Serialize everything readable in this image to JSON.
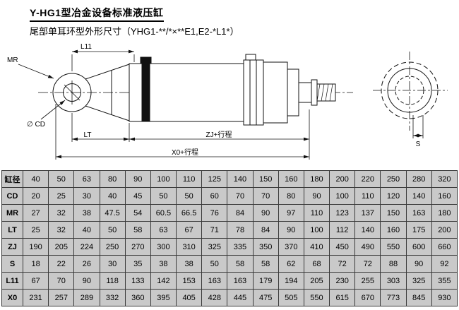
{
  "page": {
    "title": "Y-HG1型冶金设备标准液压缸",
    "subtitle": "尾部单耳环型外形尺寸（YHG1-**/*×**E1,E2-*L1*）"
  },
  "drawing": {
    "dim_mr": "MR",
    "dim_l11": "L11",
    "dim_cd": "∅ CD",
    "dim_lt": "LT",
    "dim_zj": "ZJ+行程",
    "dim_x0": "X0+行程",
    "dim_s": "S"
  },
  "table": {
    "rows": [
      {
        "header": "缸径",
        "values": [
          "40",
          "50",
          "63",
          "80",
          "90",
          "100",
          "110",
          "125",
          "140",
          "150",
          "160",
          "180",
          "200",
          "220",
          "250",
          "280",
          "320"
        ]
      },
      {
        "header": "CD",
        "values": [
          "20",
          "25",
          "30",
          "40",
          "45",
          "50",
          "50",
          "60",
          "70",
          "70",
          "80",
          "90",
          "100",
          "110",
          "120",
          "140",
          "160"
        ]
      },
      {
        "header": "MR",
        "values": [
          "27",
          "32",
          "38",
          "47.5",
          "54",
          "60.5",
          "66.5",
          "76",
          "84",
          "90",
          "97",
          "110",
          "123",
          "137",
          "150",
          "163",
          "180"
        ]
      },
      {
        "header": "LT",
        "values": [
          "25",
          "32",
          "40",
          "50",
          "58",
          "63",
          "67",
          "71",
          "78",
          "84",
          "90",
          "100",
          "112",
          "140",
          "160",
          "175",
          "200"
        ]
      },
      {
        "header": "ZJ",
        "values": [
          "190",
          "205",
          "224",
          "250",
          "270",
          "300",
          "310",
          "325",
          "335",
          "350",
          "370",
          "410",
          "450",
          "490",
          "550",
          "600",
          "660"
        ]
      },
      {
        "header": "S",
        "values": [
          "18",
          "22",
          "26",
          "30",
          "35",
          "38",
          "38",
          "50",
          "58",
          "58",
          "62",
          "68",
          "72",
          "72",
          "88",
          "90",
          "92"
        ]
      },
      {
        "header": "L11",
        "values": [
          "67",
          "70",
          "90",
          "118",
          "133",
          "142",
          "153",
          "163",
          "163",
          "179",
          "194",
          "205",
          "230",
          "255",
          "303",
          "325",
          "355"
        ]
      },
      {
        "header": "X0",
        "values": [
          "231",
          "257",
          "289",
          "332",
          "360",
          "395",
          "405",
          "428",
          "445",
          "475",
          "505",
          "550",
          "615",
          "670",
          "773",
          "845",
          "930"
        ]
      }
    ]
  }
}
